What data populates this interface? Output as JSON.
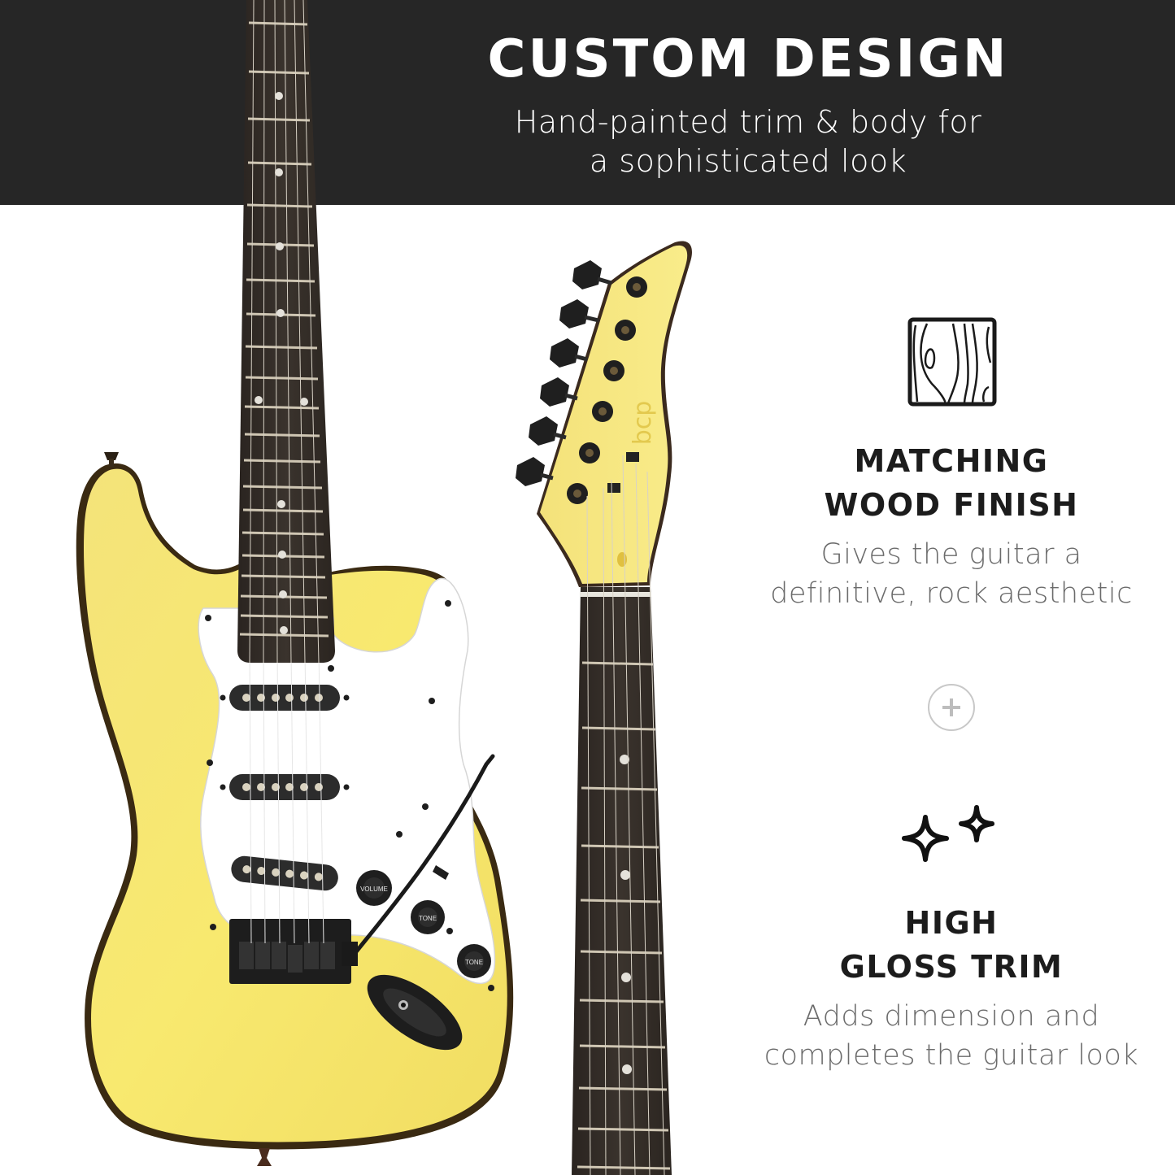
{
  "header": {
    "title": "CUSTOM DESIGN",
    "subtitle_line1": "Hand-painted trim & body for",
    "subtitle_line2": "a sophisticated look",
    "background": "#262626"
  },
  "headstock": {
    "logo": "bcp",
    "color": "#f7e57a"
  },
  "guitar_body": {
    "color": "#f6e56c",
    "pickguard_color": "#ffffff",
    "knobs": [
      "VOLUME",
      "TONE",
      "TONE"
    ]
  },
  "features": [
    {
      "icon": "wood-grain-icon",
      "title_line1": "MATCHING",
      "title_line2": "WOOD FINISH",
      "desc_line1": "Gives the guitar a",
      "desc_line2": "definitive, rock aesthetic"
    },
    {
      "icon": "sparkle-icon",
      "title_line1": "HIGH",
      "title_line2": "GLOSS TRIM",
      "desc_line1": "Adds dimension and",
      "desc_line2": "completes the guitar look"
    }
  ],
  "divider_icon": "plus-circle-icon"
}
